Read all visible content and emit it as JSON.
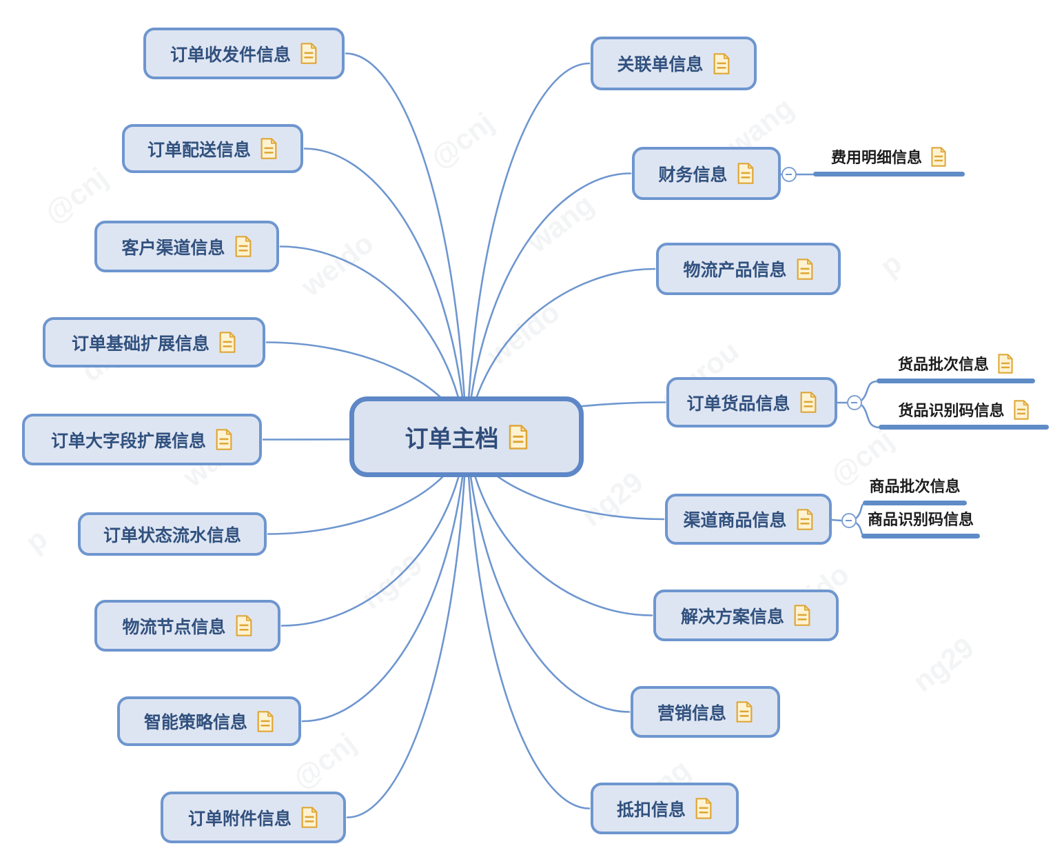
{
  "root_label": "订单主档",
  "nodes": [
    {
      "id": "root",
      "label": "订单主档",
      "style": "root",
      "has_icon": true
    },
    {
      "id": "recv",
      "label": "订单收发件信息",
      "style": "box",
      "side": "left",
      "has_icon": true
    },
    {
      "id": "delivery",
      "label": "订单配送信息",
      "style": "box",
      "side": "left",
      "has_icon": true
    },
    {
      "id": "customer",
      "label": "客户渠道信息",
      "style": "box",
      "side": "left",
      "has_icon": true
    },
    {
      "id": "base_ext",
      "label": "订单基础扩展信息",
      "style": "box",
      "side": "left",
      "has_icon": true
    },
    {
      "id": "bigfield_ext",
      "label": "订单大字段扩展信息",
      "style": "box",
      "side": "left",
      "has_icon": true
    },
    {
      "id": "status_flow",
      "label": "订单状态流水信息",
      "style": "box",
      "side": "left",
      "has_icon": false
    },
    {
      "id": "logistics_node",
      "label": "物流节点信息",
      "style": "box",
      "side": "left",
      "has_icon": true
    },
    {
      "id": "smart_strategy",
      "label": "智能策略信息",
      "style": "box",
      "side": "left",
      "has_icon": true
    },
    {
      "id": "attachment",
      "label": "订单附件信息",
      "style": "box",
      "side": "left",
      "has_icon": true
    },
    {
      "id": "related",
      "label": "关联单信息",
      "style": "box",
      "side": "right",
      "has_icon": true
    },
    {
      "id": "finance",
      "label": "财务信息",
      "style": "box",
      "side": "right",
      "has_icon": true,
      "collapsible": true
    },
    {
      "id": "fee_detail",
      "label": "费用明细信息",
      "style": "underline",
      "parent": "finance",
      "has_icon": true
    },
    {
      "id": "logistics_product",
      "label": "物流产品信息",
      "style": "box",
      "side": "right",
      "has_icon": true
    },
    {
      "id": "order_goods",
      "label": "订单货品信息",
      "style": "box",
      "side": "right",
      "has_icon": true,
      "collapsible": true
    },
    {
      "id": "goods_batch",
      "label": "货品批次信息",
      "style": "underline",
      "parent": "order_goods",
      "has_icon": true
    },
    {
      "id": "goods_code",
      "label": "货品识别码信息",
      "style": "underline",
      "parent": "order_goods",
      "has_icon": true
    },
    {
      "id": "channel_product",
      "label": "渠道商品信息",
      "style": "box",
      "side": "right",
      "has_icon": true,
      "collapsible": true
    },
    {
      "id": "product_batch",
      "label": "商品批次信息",
      "style": "underline",
      "parent": "channel_product",
      "has_icon": false
    },
    {
      "id": "product_code",
      "label": "商品识别码信息",
      "style": "underline",
      "parent": "channel_product",
      "has_icon": false
    },
    {
      "id": "solution",
      "label": "解决方案信息",
      "style": "box",
      "side": "right",
      "has_icon": true
    },
    {
      "id": "marketing",
      "label": "营销信息",
      "style": "box",
      "side": "right",
      "has_icon": true
    },
    {
      "id": "deduction",
      "label": "抵扣信息",
      "style": "box",
      "side": "right",
      "has_icon": true
    }
  ],
  "watermark_fragments": [
    "wang",
    "weido",
    "ng29",
    "@cnj",
    "d.grou",
    "p"
  ],
  "colors": {
    "branch_border": "#6e96cf",
    "root_border": "#5d87c6",
    "node_fill": "#dee5f2",
    "node_text": "#31517e",
    "underline": "#5f8cc7",
    "underline_text": "#1c1c1c",
    "icon_gold": "#dfa637",
    "icon_fill": "#fdf3d2"
  }
}
